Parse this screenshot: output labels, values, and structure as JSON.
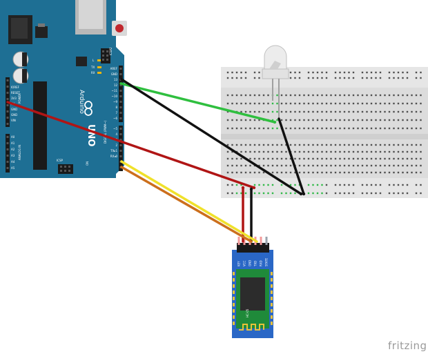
{
  "board": {
    "brand": "Arduino",
    "model": "UNO",
    "icsp_top": "ICSP2",
    "icsp_bottom": "ICSP",
    "ioref_labels": [
      "IOREF",
      "RESET",
      "3V3",
      "5V",
      "GND",
      "GND",
      "VIN"
    ],
    "analog_labels": [
      "A0",
      "A1",
      "A2",
      "A3",
      "A4",
      "A5"
    ],
    "digital_labels": [
      "AREF",
      "GND",
      "13",
      "12",
      "~11",
      "~10",
      "~9",
      "8",
      "7",
      "~6",
      "~5",
      "4",
      "~3",
      "2",
      "TX▸1",
      "RX◂0"
    ],
    "side_labels": {
      "power": "POWER",
      "analog": "ANALOG IN",
      "digital": "DIGITAL (PWM~)",
      "l": "L",
      "tx": "TX",
      "rx": "RX",
      "on": "ON"
    }
  },
  "module": {
    "label": "HC-05",
    "pins": [
      "KEY",
      "VCC",
      "GND",
      "TXD",
      "RXD",
      "STATE"
    ]
  },
  "colors": {
    "board": "#1e6f94",
    "breadboard": "#dcdcdc",
    "hole": "#4f4f4f",
    "hole_active": "#2fb847",
    "wire_green": "#2fbf3f",
    "wire_black": "#111111",
    "wire_red": "#b01515",
    "wire_yellow": "#f0e12b",
    "wire_orange": "#cc6f1c",
    "module_blue": "#2a67c6"
  },
  "watermark": "fritzing"
}
